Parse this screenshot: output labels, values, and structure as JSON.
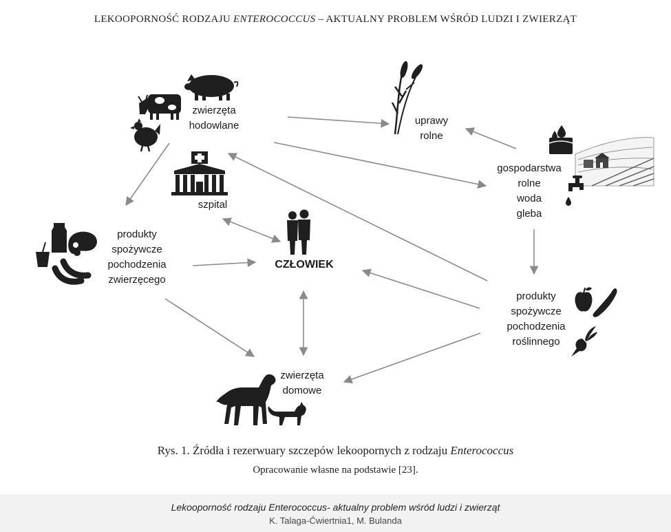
{
  "header": {
    "title_pre": "LEKOOPORNOŚĆ RODZAJU ",
    "title_em": "ENTEROCOCCUS",
    "title_post": " – AKTUALNY PROBLEM WŚRÓD LUDZI I ZWIERZĄT"
  },
  "nodes": {
    "farm_animals": [
      "zwierzęta",
      "hodowlane"
    ],
    "crops": [
      "uprawy",
      "rolne"
    ],
    "hospital": "szpital",
    "farms": [
      "gospodarstwa",
      "rolne",
      "woda",
      "gleba"
    ],
    "animal_food": [
      "produkty",
      "spożywcze",
      "pochodzenia",
      "zwierzęcego"
    ],
    "human": "CZŁOWIEK",
    "plant_food": [
      "produkty",
      "spożywcze",
      "pochodzenia",
      "roślinnego"
    ],
    "pets": [
      "zwierzęta",
      "domowe"
    ]
  },
  "caption": {
    "pre": "Rys. 1. Źródła i rezerwuary szczepów lekoopornych z rodzaju ",
    "em": "Enterococcus",
    "source": "Opracowanie własne na podstawie [23]."
  },
  "footer": {
    "title": "Lekooporność rodzaju Enterococcus- aktualny problem wśród ludzi i zwierząt",
    "authors": "K. Talaga-Ćwiertnia1, M. Bulanda"
  },
  "colors": {
    "arrow": "#8a8a8a",
    "icon": "#1f1f1f",
    "footer_bg": "#f2f2f2"
  },
  "icons": [
    "pig-icon",
    "cow-icon",
    "chicken-icon",
    "wheat-icon",
    "hospital-icon",
    "people-icon",
    "milk-carton-icon",
    "ham-icon",
    "yogurt-icon",
    "sausage-icon",
    "farm-landscape-icon",
    "water-drop-icon",
    "faucet-icon",
    "apple-icon",
    "zucchini-icon",
    "beet-icon",
    "dog-icon",
    "cat-icon"
  ]
}
